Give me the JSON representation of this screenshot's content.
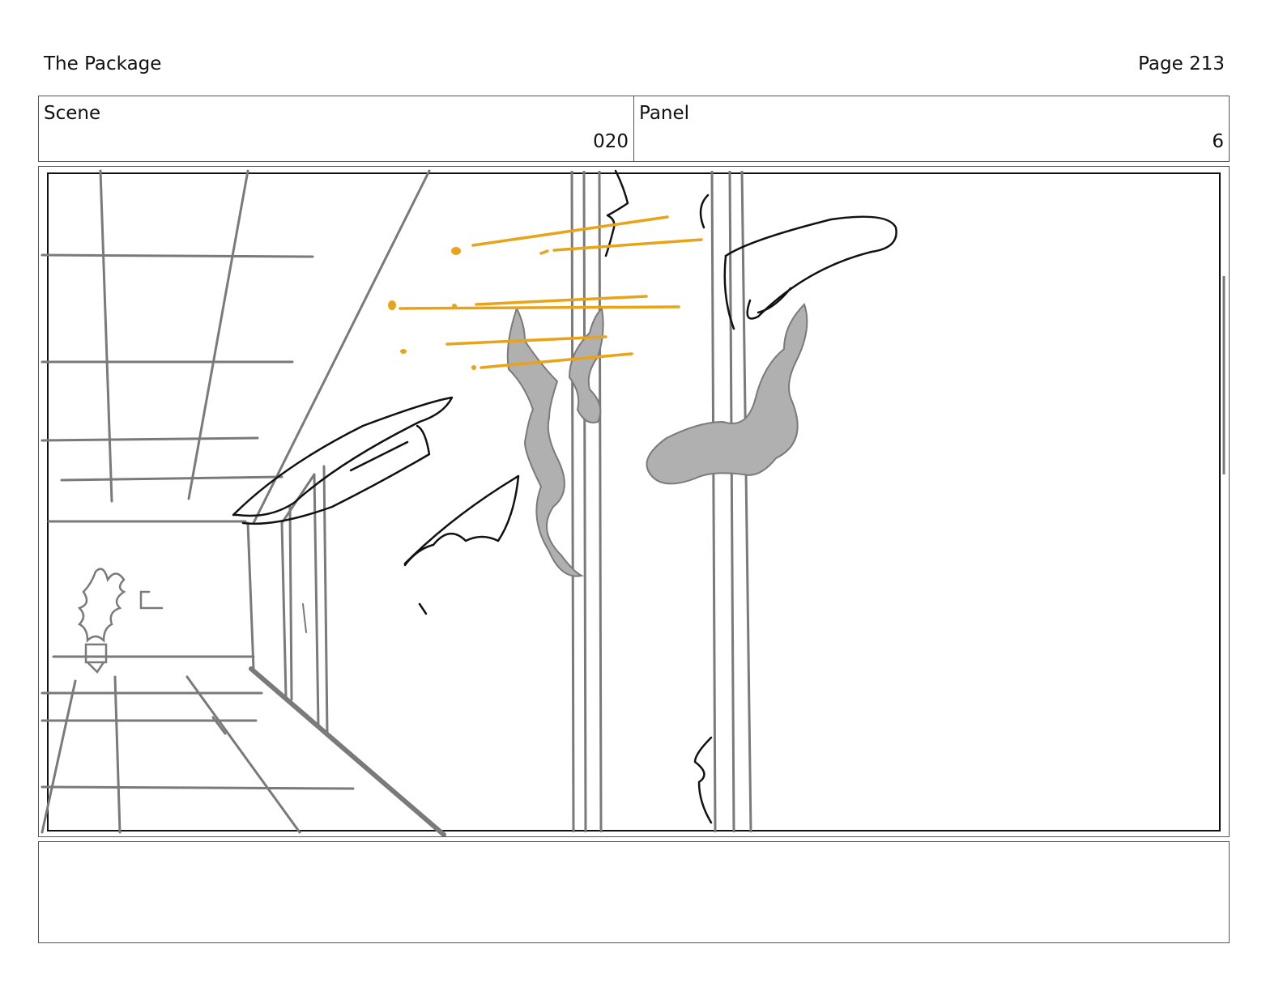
{
  "header": {
    "title": "The Package",
    "page": "Page 213"
  },
  "scene": {
    "label": "Scene",
    "value": "020"
  },
  "panel": {
    "label": "Panel",
    "value": "6"
  },
  "notes": {
    "text": ""
  },
  "colors": {
    "sketch_gray": "#7a7a7a",
    "ink_black": "#111111",
    "fill_gray": "#b0b0b0",
    "accent_orange": "#e8a317"
  }
}
